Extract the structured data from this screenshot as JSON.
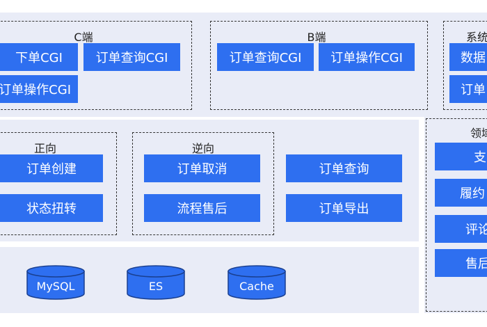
{
  "top_layer": {
    "c_side": {
      "title": "C端",
      "items": [
        "下单CGI",
        "订单查询CGI",
        "订单操作CGI"
      ]
    },
    "b_side": {
      "title": "B端",
      "items": [
        "订单查询CGI",
        "订单操作CGI"
      ]
    },
    "system_side": {
      "title": "系统",
      "items": [
        "数据",
        "订单"
      ]
    }
  },
  "middle_layer": {
    "forward": {
      "title": "正向",
      "items": [
        "订单创建",
        "状态扭转"
      ]
    },
    "reverse": {
      "title": "逆向",
      "items": [
        "订单取消",
        "流程售后"
      ]
    },
    "other": {
      "items": [
        "订单查询",
        "订单导出"
      ]
    }
  },
  "domain_panel": {
    "title": "领域",
    "items": [
      "支",
      "履约",
      "评论",
      "售后"
    ]
  },
  "storage": [
    "MySQL",
    "ES",
    "Cache"
  ],
  "colors": {
    "box": "#2e6ff0",
    "band": "#e9ecf7",
    "dash": "#333333"
  }
}
